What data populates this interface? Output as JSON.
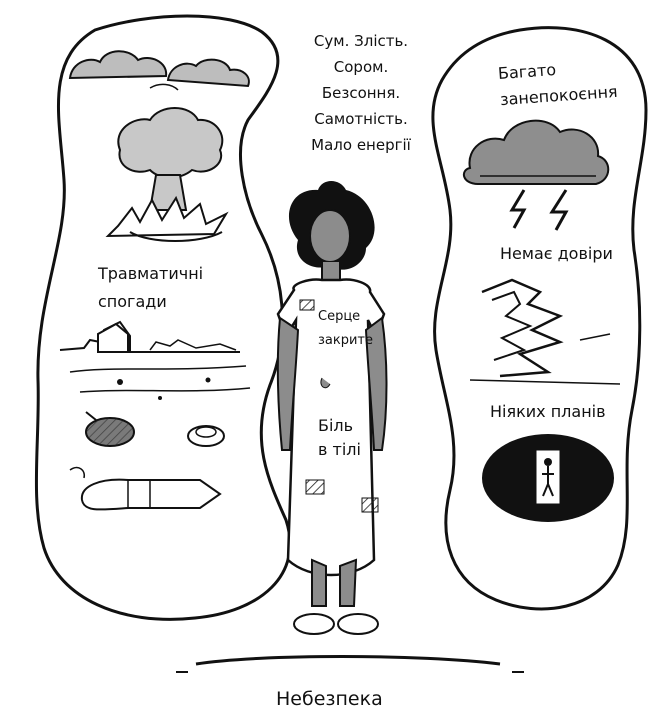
{
  "center_symptoms": [
    "Сум. Злість.",
    "Сором.",
    "Безсоння.",
    "Самотність.",
    "Мало енергії"
  ],
  "left_bubble": {
    "label_line1": "Травматичні",
    "label_line2": "спогади"
  },
  "right_bubble": {
    "anxiety_line1": "Багато",
    "anxiety_line2": "занепокоєння",
    "no_trust": "Немає довіри",
    "no_plans": "Ніяких планів"
  },
  "body_labels": {
    "heart_line1": "Серце",
    "heart_line2": "закрите",
    "pain_line1": "Біль",
    "pain_line2": "в тілі"
  },
  "caption": "Небезпека"
}
